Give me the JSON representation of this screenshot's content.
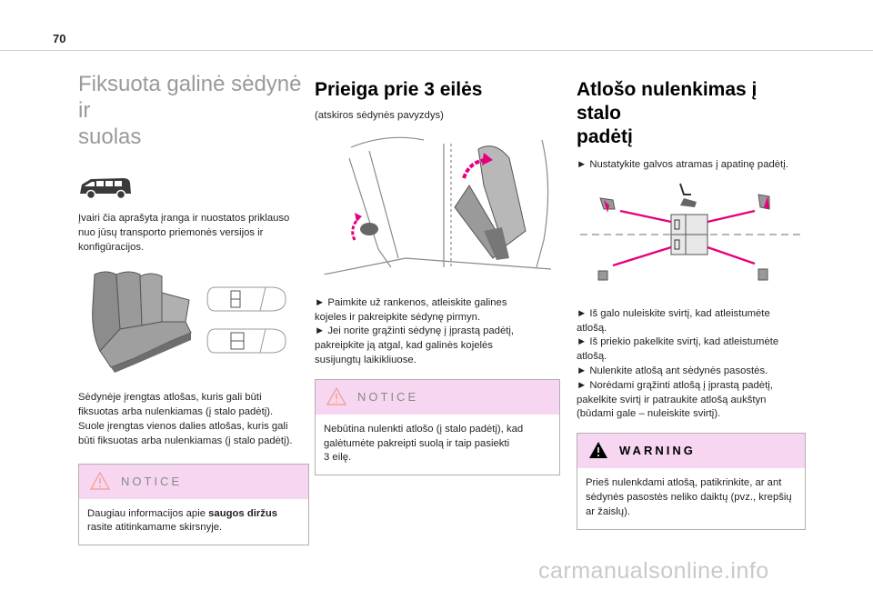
{
  "page": {
    "number": "70"
  },
  "col1": {
    "heading_line1": "Fiksuota galinė sėdynė ir",
    "heading_line2": "suolas",
    "intro": [
      "Įvairi čia aprašyta įranga ir nuostatos priklauso",
      "nuo jūsų transporto priemonės versijos ir",
      "konfigūracijos."
    ],
    "desc": [
      "Sėdynėje įrengtas atlošas, kuris gali būti",
      "fiksuotas arba nulenkiamas (į stalo padėtį).",
      "Suole įrengtas vienos dalies atlošas, kuris gali",
      "būti fiksuotas arba nulenkiamas (į stalo padėtį)."
    ],
    "notice": {
      "title": "NOTICE",
      "line1": "Daugiau informacijos apie ",
      "line1_bold": "saugos diržus",
      "line2": "rasite atitinkamame skirsnyje."
    }
  },
  "col2": {
    "heading": "Prieiga prie 3 eilės",
    "subtitle": "(atskiros sėdynės pavyzdys)",
    "steps": [
      "►  Paimkite už rankenos, atleiskite galines",
      "kojeles ir pakreipkite sėdynę pirmyn.",
      "►  Jei norite grąžinti sėdynę į įprastą padėtį,",
      "pakreipkite ją atgal, kad galinės kojelės",
      "susijungtų laikikliuose."
    ],
    "notice": {
      "title": "NOTICE",
      "lines": [
        "Nebūtina nulenkti atlošo (į stalo padėtį), kad",
        "galėtumėte pakreipti suolą ir taip pasiekti",
        "3 eilę."
      ]
    }
  },
  "col3": {
    "heading_line1": "Atlošo nulenkimas į stalo",
    "heading_line2": "padėtį",
    "step1": "►  Nustatykite galvos atramas į apatinę padėtį.",
    "steps": [
      "►  Iš galo nuleiskite svirtį, kad atleistumėte",
      "atlošą.",
      "►  Iš priekio pakelkite svirtį, kad atleistumėte",
      "atlošą.",
      "►  Nulenkite atlošą ant sėdynės pasostės.",
      "►  Norėdami grąžinti atlošą į įprastą padėtį,",
      "pakelkite svirtį ir patraukite atlošą aukštyn",
      "(būdami gale – nuleiskite svirtį)."
    ],
    "warning": {
      "title": "WARNING",
      "lines": [
        "Prieš nulenkdami atlošą, patikrinkite, ar ant",
        "sėdynės pasostės neliko daiktų (pvz., krepšių",
        "ar žaislų)."
      ]
    }
  },
  "footer": {
    "watermark": "carmanualsonline.info"
  },
  "colors": {
    "accent": "#e6007e",
    "notice_bg": "#f6d6f0",
    "heading_grey": "#9a9a9a"
  }
}
